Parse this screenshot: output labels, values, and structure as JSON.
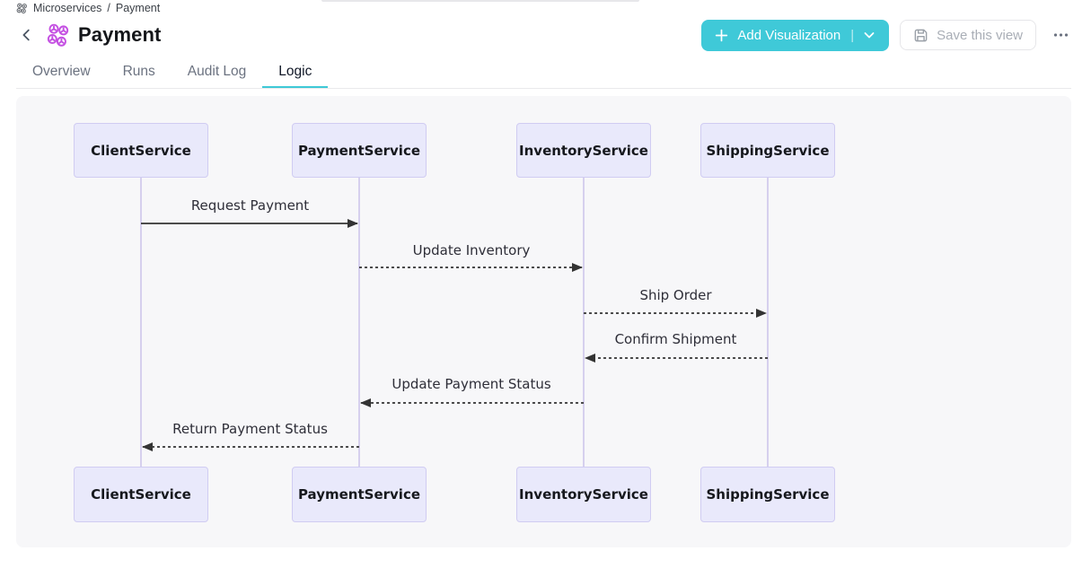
{
  "breadcrumb": {
    "items": [
      "Microservices",
      "Payment"
    ],
    "separator": "/"
  },
  "header": {
    "title": "Payment"
  },
  "actions": {
    "add_visualization": {
      "label": "Add Visualization",
      "divider": "|"
    },
    "save_view": {
      "label": "Save this view"
    }
  },
  "tabs": [
    {
      "label": "Overview",
      "active": false
    },
    {
      "label": "Runs",
      "active": false
    },
    {
      "label": "Audit Log",
      "active": false
    },
    {
      "label": "Logic",
      "active": true
    }
  ],
  "colors": {
    "accent_teal": "#3fc9d8",
    "tab_underline": "#3ec9d6",
    "participant_fill": "#e9e9fb",
    "participant_border": "#d0ccf2",
    "lifeline": "#d6d0ee",
    "arrow": "#333333",
    "panel_bg": "#f7f7f9",
    "title_icon_purple": "#c44fe2",
    "breadcrumb_icon_gray": "#555a61"
  },
  "diagram": {
    "type": "sequence",
    "participants": [
      "ClientService",
      "PaymentService",
      "InventoryService",
      "ShippingService"
    ],
    "messages": [
      {
        "from": 0,
        "to": 1,
        "label": "Request Payment",
        "line": "solid"
      },
      {
        "from": 1,
        "to": 2,
        "label": "Update Inventory",
        "line": "dashed"
      },
      {
        "from": 2,
        "to": 3,
        "label": "Ship Order",
        "line": "dashed"
      },
      {
        "from": 3,
        "to": 2,
        "label": "Confirm Shipment",
        "line": "dashed"
      },
      {
        "from": 2,
        "to": 1,
        "label": "Update Payment Status",
        "line": "dashed"
      },
      {
        "from": 1,
        "to": 0,
        "label": "Return Payment Status",
        "line": "dashed"
      }
    ]
  }
}
